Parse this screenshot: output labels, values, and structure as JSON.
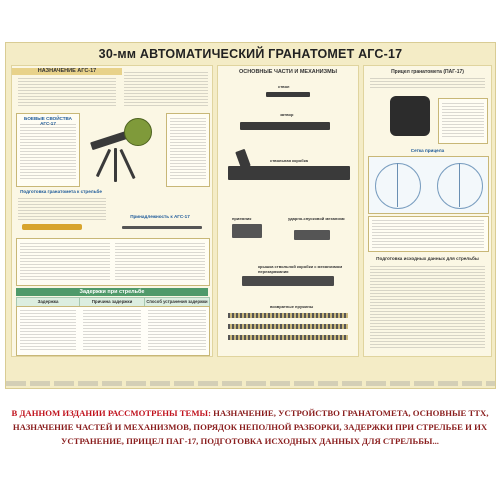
{
  "poster": {
    "title": "30-мм АВТОМАТИЧЕСКИЙ ГРАНАТОМЕТ АГС-17",
    "left": {
      "purpose_head": "НАЗНАЧЕНИЕ АГС-17",
      "combat_head": "БОЕВЫЕ СВОЙСТВА АГС-17",
      "prep_head": "Подготовка гранатомета к стрельбе",
      "accessories_head": "Принадлежность к АГС-17",
      "faults_head": "Задержки при стрельбе",
      "fault_cols": [
        "Задержка",
        "Причина задержки",
        "Способ устранения задержки"
      ]
    },
    "middle": {
      "head": "ОСНОВНЫЕ ЧАСТИ И МЕХАНИЗМЫ",
      "parts": [
        "ствол",
        "затвор",
        "ствольная коробка",
        "приемник",
        "ударно-спусковой механизм",
        "крышка ствольной коробки с механизмом перезаряжания",
        "возвратные пружины"
      ]
    },
    "right": {
      "sight_head": "Прицел гранатомета (ПАГ-17)",
      "reticle_head": "Сетка прицела",
      "prep_head": "Подготовка исходных данных для стрельбы"
    }
  },
  "caption": {
    "lead": "В ДАННОМ ИЗДАНИИ РАССМОТРЕНЫ ТЕМЫ:",
    "text": "НАЗНАЧЕНИЕ, УСТРОЙСТВО ГРАНАТОМЕТА, ОСНОВНЫЕ ТТХ, НАЗНАЧЕНИЕ ЧАСТЕЙ И МЕХАНИЗМОВ, ПОРЯДОК НЕПОЛНОЙ РАЗБОРКИ, ЗАДЕРЖКИ ПРИ СТРЕЛЬБЕ И ИХ УСТРАНЕНИЕ, ПРИЦЕЛ ПАГ-17, ПОДГОТОВКА ИСХОДНЫХ ДАННЫХ ДЛЯ СТРЕЛЬБЫ..."
  }
}
